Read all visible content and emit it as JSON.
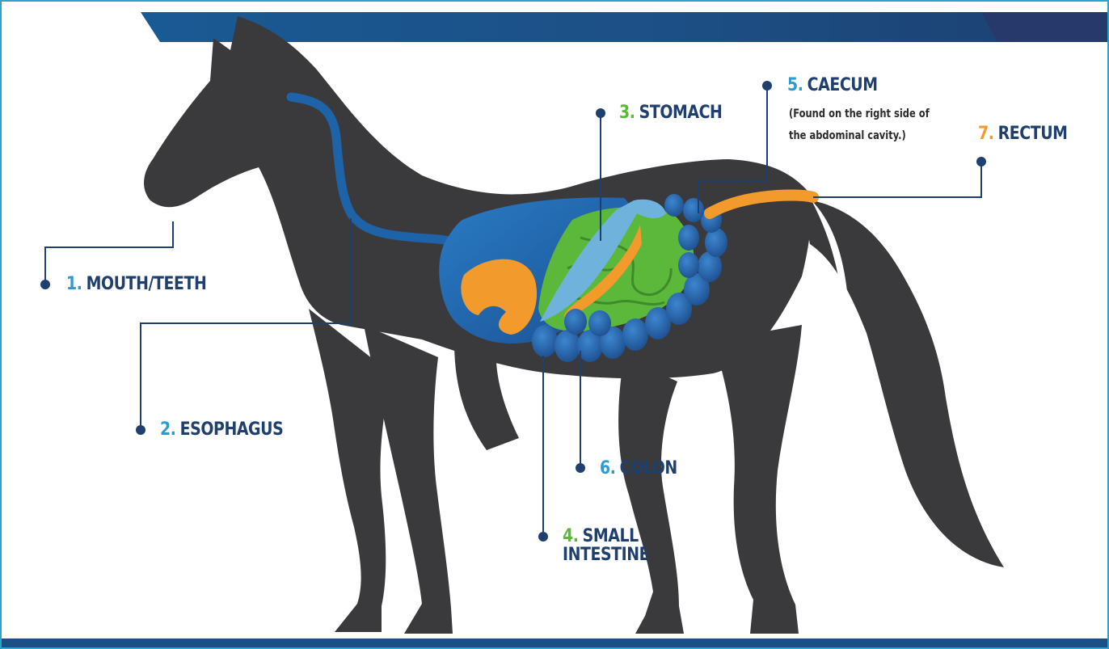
{
  "colors": {
    "frame": "#2ea3c9",
    "banner": "#1c4f85",
    "horse": "#3a3a3c",
    "leader": "#1f3f6e",
    "esophagus": "#1e63a8",
    "stomach_orange": "#f39a2c",
    "green": "#5cb83a",
    "light_blue": "#6fb3dc",
    "colon_blue": "#2f6fb5"
  },
  "labels": {
    "mouth": {
      "num": "1.",
      "name": "MOUTH/TEETH",
      "num_color": "#2e9ad4"
    },
    "esophagus": {
      "num": "2.",
      "name": "ESOPHAGUS",
      "num_color": "#2e9ad4"
    },
    "stomach": {
      "num": "3.",
      "name": "STOMACH",
      "num_color": "#5cb83a"
    },
    "small_intestine": {
      "num": "4.",
      "line1": "SMALL",
      "line2": "INTESTINE",
      "num_color": "#5cb83a"
    },
    "caecum": {
      "num": "5.",
      "name": "CAECUM",
      "num_color": "#2e9ad4",
      "note_line1": "(Found on the right side of",
      "note_line2": "the abdominal cavity.)"
    },
    "colon": {
      "num": "6.",
      "name": "COLON",
      "num_color": "#2e9ad4"
    },
    "rectum": {
      "num": "7.",
      "name": "RECTUM",
      "num_color": "#f39a2c"
    }
  }
}
